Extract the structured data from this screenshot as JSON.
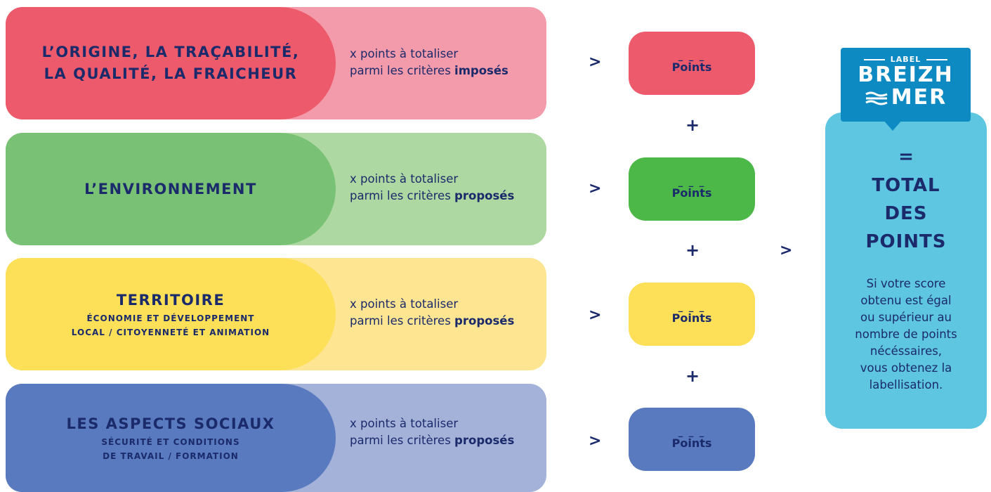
{
  "categories": [
    {
      "title_lines": [
        "L’ORIGINE, LA TRAÇABILITÉ,",
        "LA QUALITÉ, LA FRAICHEUR"
      ],
      "subtitle_lines": [],
      "desc_line1": "x points à totaliser",
      "desc_line2_prefix": "parmi les critères ",
      "desc_line2_bold": "imposés",
      "box_placeholder": "_ _ _",
      "box_label": "Points",
      "colors": {
        "pill": "#ec5a6b",
        "row": "#f49bab",
        "box": "#ec5a6b"
      }
    },
    {
      "title_lines": [
        "L’ENVIRONNEMENT"
      ],
      "subtitle_lines": [],
      "desc_line1": "x points à totaliser",
      "desc_line2_prefix": "parmi les critères ",
      "desc_line2_bold": "proposés",
      "box_placeholder": "_ _ _",
      "box_label": "Points",
      "colors": {
        "pill": "#79c275",
        "row": "#aed8a1",
        "box": "#4cb847"
      }
    },
    {
      "title_lines": [
        "TERRITOIRE"
      ],
      "subtitle_lines": [
        "ÉCONOMIE ET DÉVELOPPEMENT",
        "LOCAL / CITOYENNETÉ ET ANIMATION"
      ],
      "desc_line1": "x points à totaliser",
      "desc_line2_prefix": "parmi les critères ",
      "desc_line2_bold": "proposés",
      "box_placeholder": "_ _ _",
      "box_label": "Points",
      "colors": {
        "pill": "#fde057",
        "row": "#fde592",
        "box": "#fde057"
      }
    },
    {
      "title_lines": [
        "LES ASPECTS SOCIAUX"
      ],
      "subtitle_lines": [
        "SÉCURITÉ ET CONDITIONS",
        "DE TRAVAIL / FORMATION"
      ],
      "desc_line1": "x points à totaliser",
      "desc_line2_prefix": "parmi les critères ",
      "desc_line2_bold": "proposés",
      "box_placeholder": "_ _ _",
      "box_label": "Points",
      "colors": {
        "pill": "#5a7abf",
        "row": "#a4b2da",
        "box": "#5a7abf"
      }
    }
  ],
  "arrow_symbol": ">",
  "plus_symbol": "+",
  "badge": {
    "label": "LABEL",
    "name_line1": "BREIZH",
    "name_line2": "MER"
  },
  "total": {
    "equals": "=",
    "title_lines": [
      "TOTAL",
      "DES",
      "POINTS"
    ],
    "description_lines": [
      "Si votre score",
      "obtenu est égal",
      "ou supérieur au",
      "nombre de points",
      "nécéssaires,",
      "vous obtenez la",
      "labellisation."
    ]
  }
}
